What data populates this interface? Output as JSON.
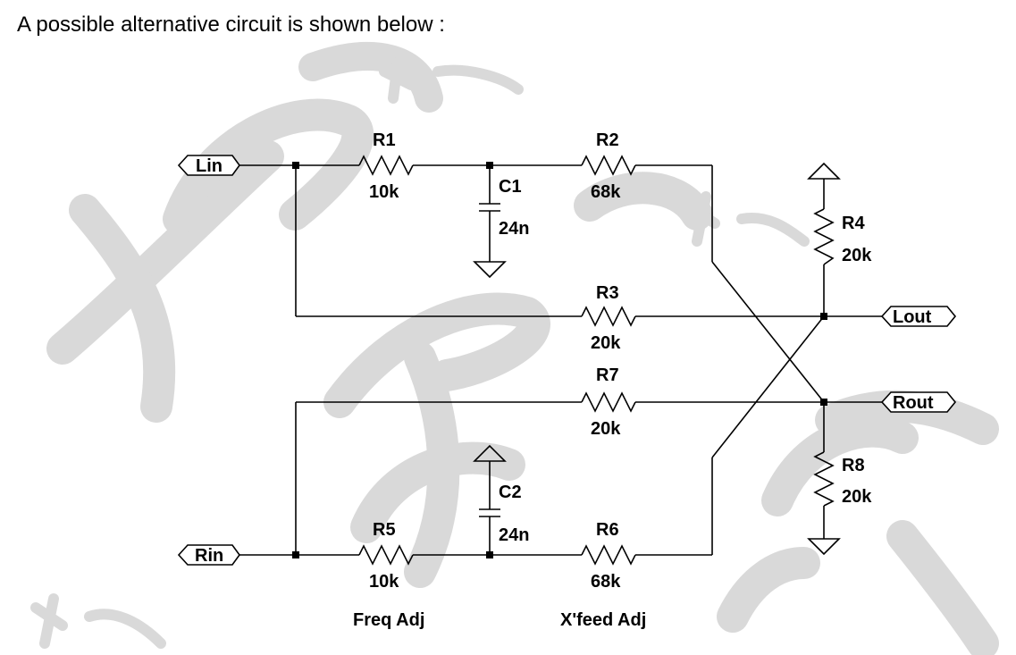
{
  "intro_text": "A possible alternative circuit is shown below :",
  "ports": {
    "lin": "Lin",
    "rin": "Rin",
    "lout": "Lout",
    "rout": "Rout"
  },
  "components": {
    "r1": {
      "ref": "R1",
      "value": "10k"
    },
    "r2": {
      "ref": "R2",
      "value": "68k"
    },
    "r3": {
      "ref": "R3",
      "value": "20k"
    },
    "r4": {
      "ref": "R4",
      "value": "20k"
    },
    "r5": {
      "ref": "R5",
      "value": "10k"
    },
    "r6": {
      "ref": "R6",
      "value": "68k"
    },
    "r7": {
      "ref": "R7",
      "value": "20k"
    },
    "r8": {
      "ref": "R8",
      "value": "20k"
    },
    "c1": {
      "ref": "C1",
      "value": "24n"
    },
    "c2": {
      "ref": "C2",
      "value": "24n"
    }
  },
  "notes": {
    "freq_adj": "Freq Adj",
    "xfeed_adj": "X'feed Adj"
  },
  "colors": {
    "wire": "#000000",
    "watermark": "#d9d9d9"
  }
}
